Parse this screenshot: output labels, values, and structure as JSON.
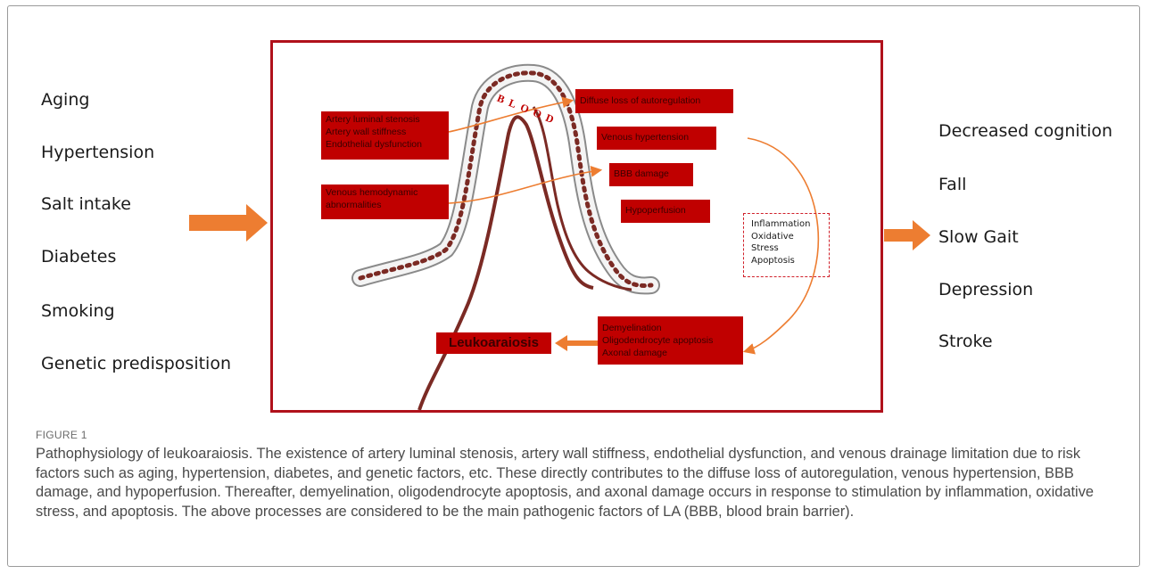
{
  "risk_factors": [
    "Aging",
    "Hypertension",
    "Salt intake",
    "Diabetes",
    "Smoking",
    "Genetic predisposition"
  ],
  "outcomes": [
    "Decreased cognition",
    "Fall",
    "Slow Gait",
    "Depression",
    "Stroke"
  ],
  "vessel_label": "BLOOD",
  "left_boxes": {
    "artery": [
      "Artery luminal stenosis",
      "Artery wall stiffness",
      "Endothelial dysfunction"
    ],
    "venous": [
      "Venous hemodynamic",
      "abnormalities"
    ]
  },
  "right_boxes": {
    "autoregulation": "Diffuse loss of autoregulation",
    "venous_hypertension": "Venous hypertension",
    "bbb": "BBB damage",
    "hypoperfusion": "Hypoperfusion"
  },
  "mechanisms": [
    "Inflammation",
    "Oxidative",
    "Stress",
    "Apoptosis"
  ],
  "damage_box": [
    "Demyelination",
    "Oligodendrocyte apoptosis",
    "Axonal damage"
  ],
  "result": "Leukoaraiosis",
  "caption": {
    "label": "FIGURE 1",
    "text": "Pathophysiology of leukoaraiosis. The existence of artery luminal stenosis, artery wall stiffness, endothelial dysfunction, and venous drainage limitation due to risk factors such as aging, hypertension, diabetes, and genetic factors, etc. These directly contributes to the diffuse loss of autoregulation, venous hypertension, BBB damage, and hypoperfusion. Thereafter, demyelination, oligodendrocyte apoptosis, and axonal damage occurs in response to stimulation by inflammation, oxidative stress, and apoptosis. The above processes are considered to be the main pathogenic factors of LA (BBB, blood brain barrier)."
  },
  "colors": {
    "box_red": "#c00000",
    "border_red": "#b0111b",
    "arrow_orange": "#ed7d31",
    "vessel_brown": "#7b2a24"
  }
}
